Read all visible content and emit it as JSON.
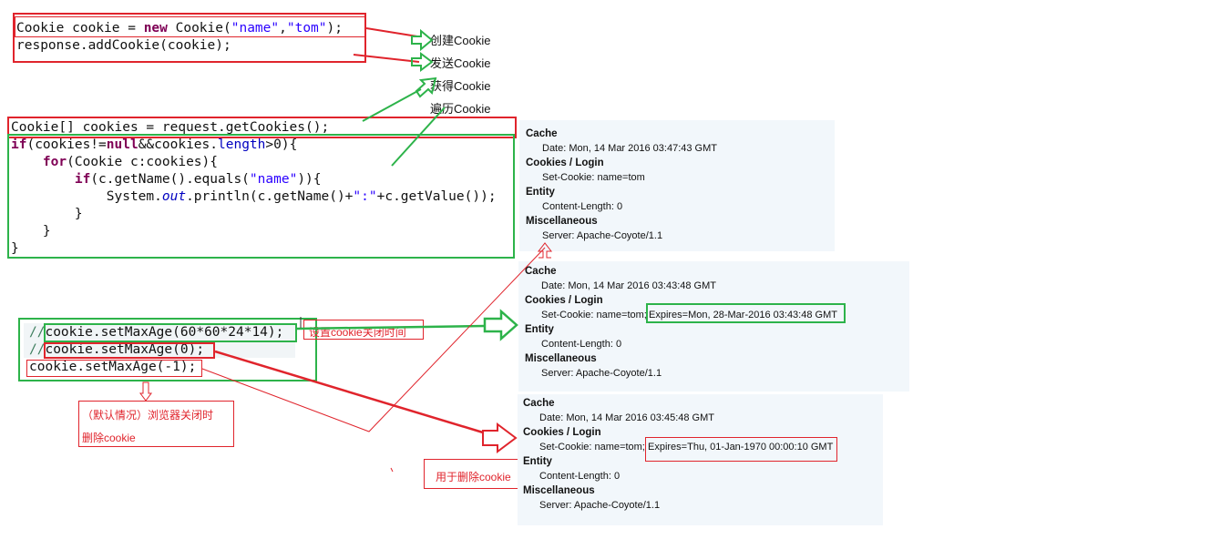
{
  "code_top": {
    "line1": {
      "a": "Cookie cookie = ",
      "kw": "new",
      "b": " Cookie(",
      "s1": "\"name\"",
      "c": ",",
      "s2": "\"tom\"",
      "d": ");"
    },
    "line2": "response.addCookie(cookie);"
  },
  "code_mid": {
    "line1": "Cookie[] cookies = request.getCookies();",
    "line2": {
      "kw1": "if",
      "a": "(cookies!=",
      "kw2": "null",
      "b": "&&cookies.",
      "f": "length",
      "c": ">0){"
    },
    "line3": {
      "indent": "    ",
      "kw": "for",
      "a": "(Cookie c:cookies){"
    },
    "line4": {
      "indent": "        ",
      "kw": "if",
      "a": "(c.getName().equals(",
      "s": "\"name\"",
      "b": ")){"
    },
    "line5": {
      "indent": "            ",
      "a": "System.",
      "it": "out",
      "b": ".println(c.getName()+",
      "s": "\":\"",
      "c": "+c.getValue());"
    },
    "line6": "        }",
    "line7": "    }",
    "line8": "}"
  },
  "code_bottom": {
    "line1": {
      "cm": "//",
      "a": "cookie.setMaxAge(60*60*24*14);"
    },
    "line2": {
      "cm": "//",
      "a": "cookie.setMaxAge(0);"
    },
    "line3": "cookie.setMaxAge(-1);"
  },
  "labels": {
    "create": "创建Cookie",
    "send": "发送Cookie",
    "get": "获得Cookie",
    "iterate": "遍历Cookie",
    "set_close_time": "设置cookie关闭时间",
    "default_line1": "（默认情况）浏览器关闭时",
    "default_line2": "删除cookie",
    "delete": "用于删除cookie"
  },
  "panels": [
    {
      "cache": "Cache",
      "date": "Date: Mon, 14 Mar 2016 03:47:43 GMT",
      "cookies": "Cookies / Login",
      "setcookie": "Set-Cookie: name=tom",
      "entity": "Entity",
      "length": "Content-Length: 0",
      "misc": "Miscellaneous",
      "server": "Server: Apache-Coyote/1.1"
    },
    {
      "cache": "Cache",
      "date": "Date: Mon, 14 Mar 2016 03:43:48 GMT",
      "cookies": "Cookies / Login",
      "setcookie": "Set-Cookie: name=tom;",
      "expires": "Expires=Mon, 28-Mar-2016 03:43:48 GMT",
      "entity": "Entity",
      "length": "Content-Length: 0",
      "misc": "Miscellaneous",
      "server": "Server: Apache-Coyote/1.1"
    },
    {
      "cache": "Cache",
      "date": "Date: Mon, 14 Mar 2016 03:45:48 GMT",
      "cookies": "Cookies / Login",
      "setcookie": "Set-Cookie: name=tom;",
      "expires": "Expires=Thu, 01-Jan-1970 00:00:10 GMT",
      "entity": "Entity",
      "length": "Content-Length: 0",
      "misc": "Miscellaneous",
      "server": "Server: Apache-Coyote/1.1"
    }
  ],
  "colors": {
    "red": "#e0242c",
    "green": "#2db34a",
    "panel_bg": "#f2f7fb"
  }
}
